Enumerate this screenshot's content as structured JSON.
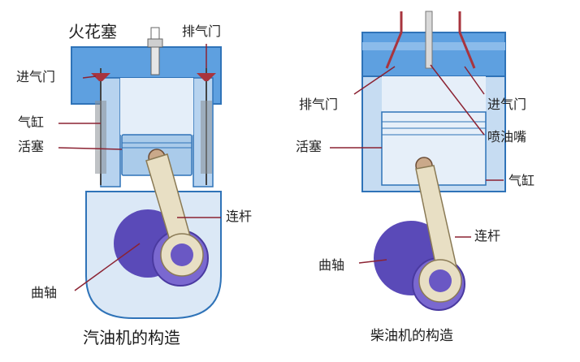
{
  "gasoline_engine": {
    "caption": "汽油机的构造",
    "labels": {
      "spark_plug": "火花塞",
      "exhaust_valve": "排气门",
      "intake_valve": "进气门",
      "cylinder": "气缸",
      "piston": "活塞",
      "connecting_rod": "连杆",
      "crankshaft": "曲轴"
    }
  },
  "diesel_engine": {
    "caption": "柴油机的构造",
    "labels": {
      "exhaust_valve": "排气门",
      "intake_valve": "进气门",
      "piston": "活塞",
      "injector": "喷油嘴",
      "cylinder": "气缸",
      "connecting_rod": "连杆",
      "crankshaft": "曲轴"
    }
  },
  "colors": {
    "engine_body": "#cfe2f6",
    "engine_outline": "#2f73b8",
    "head_blue": "#5ea0e0",
    "crankshaft": "#5a4ab8",
    "rod": "#e8dfc4",
    "valve_red": "#a8343e",
    "leader_red": "#8b2232"
  }
}
